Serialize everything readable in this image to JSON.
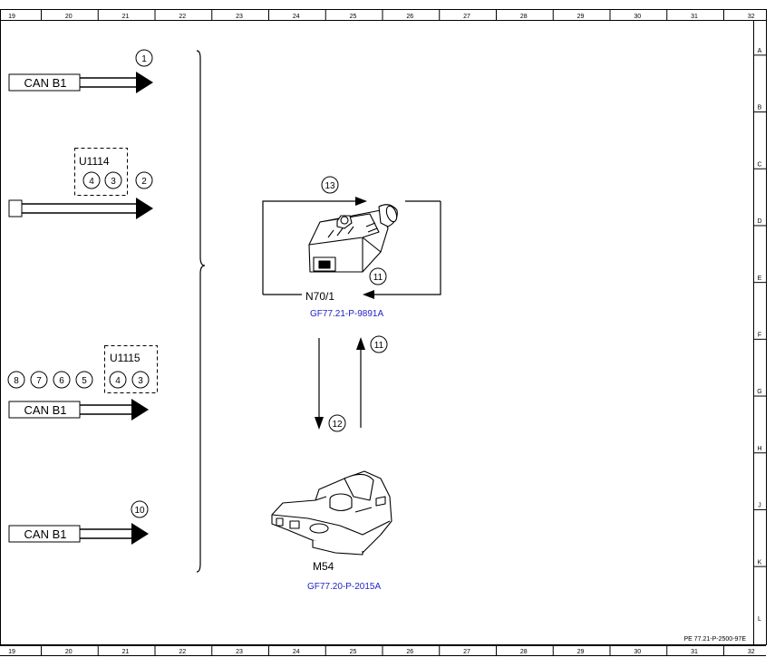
{
  "grid": {
    "columns": [
      "19",
      "20",
      "21",
      "22",
      "23",
      "24",
      "25",
      "26",
      "27",
      "28",
      "29",
      "30",
      "31",
      "32"
    ],
    "rows": [
      "A",
      "B",
      "C",
      "D",
      "E",
      "F",
      "G",
      "H",
      "J",
      "K",
      "L"
    ]
  },
  "doc_code": "PE 77.21-P-2500-97E",
  "left_connections": [
    {
      "label": "CAN B1",
      "bubble": "1"
    },
    {
      "bubble": "2",
      "unit": "U1114",
      "pins": [
        "4",
        "3"
      ]
    },
    {
      "label": "CAN B1",
      "unit": "U1115",
      "pins": [
        "4",
        "3"
      ],
      "extra_pins": [
        "8",
        "7",
        "6",
        "5"
      ]
    },
    {
      "label": "CAN B1",
      "bubble": "10"
    }
  ],
  "components": {
    "n70": {
      "name": "N70/1",
      "ref": "GF77.21-P-9891A"
    },
    "m54": {
      "name": "M54",
      "ref": "GF77.20-P-2015A"
    }
  },
  "flows": {
    "top_arrow": "13",
    "return_arrow": "11",
    "down_arrow": "12",
    "up_arrow": "11"
  }
}
